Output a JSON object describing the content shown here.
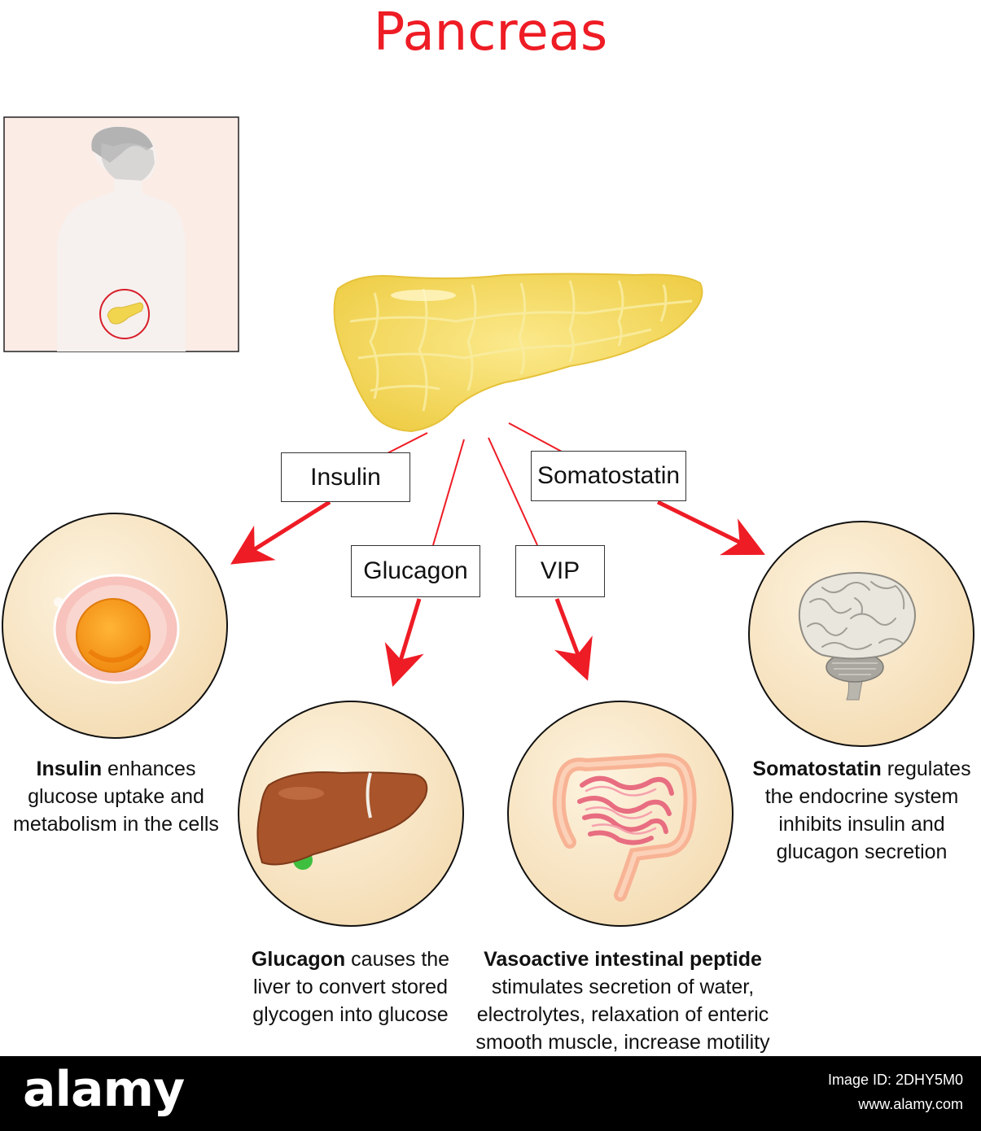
{
  "title": "Pancreas",
  "labels": {
    "insulin": "Insulin",
    "somatostatin": "Somatostatin",
    "glucagon": "Glucagon",
    "vip": "VIP"
  },
  "captions": {
    "insulin": {
      "bold": "Insulin",
      "rest": " enhances glucose uptake and metabolism in the cells"
    },
    "glucagon": {
      "bold": "Glucagon",
      "rest": " causes the liver to convert stored glycogen into glucose"
    },
    "vip": {
      "bold": "Vasoactive intestinal peptide",
      "rest": "stimulates secretion of water, electrolytes, relaxation of enteric smooth muscle, increase motility"
    },
    "somatostatin": {
      "bold": "Somatostatin",
      "rest": " regulates the endocrine system inhibits insulin and glucagon secretion"
    }
  },
  "colors": {
    "title": "#ee1c25",
    "arrow": "#ee1c25",
    "circle_fill": "#f8e6c4",
    "pancreas": "#f7dd6a",
    "liver": "#a9542a",
    "inset_bg": "#fbece6"
  },
  "icons": [
    "human-silhouette",
    "pancreas",
    "cell",
    "liver",
    "intestine",
    "brain"
  ],
  "footer": {
    "logo": "alamy",
    "image_id": "Image ID: 2DHY5M0",
    "site": "www.alamy.com"
  }
}
